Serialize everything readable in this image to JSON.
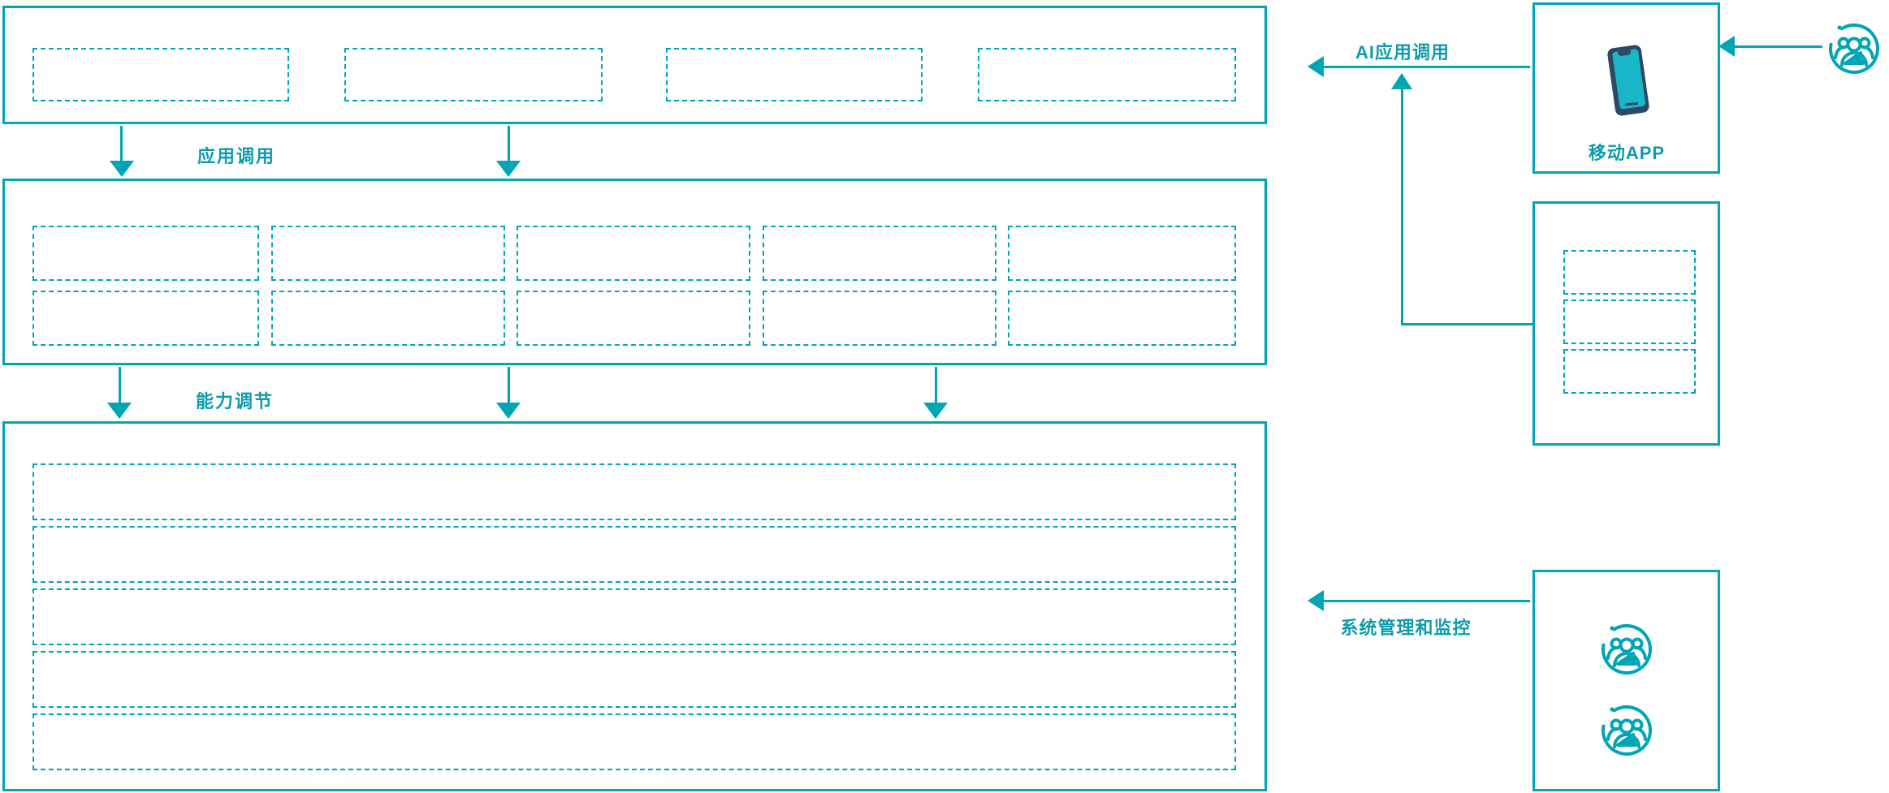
{
  "colors": {
    "accent": "#00A5B6",
    "label_text": "#0F9BAD",
    "phone_body": "#2B4964",
    "phone_screen": "#19B6C7",
    "background": "#FFFFFF"
  },
  "labels": {
    "app_call": "应用调用",
    "capability_adjust": "能力调节",
    "ai_app_call": "AI应用调用",
    "system_management": "系统管理和监控",
    "mobile_app": "移动APP"
  },
  "icons": {
    "mobile_app": "smartphone-icon",
    "external_user": "user-group-icon",
    "admin_users": "user-group-icon"
  },
  "structure": {
    "top_layer_placeholder_count": 4,
    "middle_layer_placeholder_rows": 2,
    "middle_layer_placeholder_cols": 5,
    "bottom_layer_placeholder_rows": 5,
    "right_api_placeholder_count": 3,
    "admin_user_icon_count": 2
  }
}
